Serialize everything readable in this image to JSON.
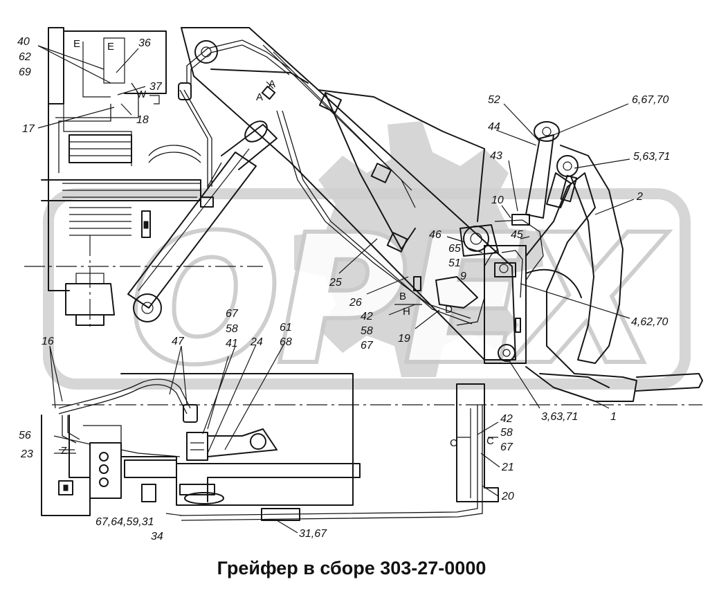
{
  "caption": "Грейфер в сборе 303-27-0000",
  "watermark": {
    "text": "ОРЕХ",
    "color": "#cfcfcf"
  },
  "callouts": {
    "c40": "40",
    "c62": "62",
    "c69": "69",
    "c36": "36",
    "c37": "37",
    "c18": "18",
    "c17": "17",
    "c52": "52",
    "c44": "44",
    "c6_67_70": "6,67,70",
    "c43": "43",
    "c5_63_71": "5,63,71",
    "c2": "2",
    "c10": "10",
    "c46": "46",
    "c45": "45",
    "c65": "65",
    "c51": "51",
    "c9": "9",
    "c25": "25",
    "c26": "26",
    "c4_62_70": "4,62,70",
    "c42a": "42",
    "c58a": "58",
    "c67a": "67",
    "c19": "19",
    "c67b": "67",
    "c58b": "58",
    "c41": "41",
    "c61": "61",
    "c68": "68",
    "c24": "24",
    "c47": "47",
    "c16": "16",
    "c3_63_71": "3,63,71",
    "c1": "1",
    "c42b": "42",
    "c58c": "58",
    "c67c": "67",
    "c21": "21",
    "c20": "20",
    "c56": "56",
    "c23": "23",
    "c67_64_59_31": "67,64,59,31",
    "c34": "34",
    "c31_67": "31,67"
  },
  "section_marks": {
    "E1": "E",
    "E2": "E",
    "W": "W",
    "A1": "A",
    "A2": "A",
    "B": "B",
    "H": "H",
    "D": "D",
    "Z": "Z",
    "C1": "C",
    "C2": "C"
  }
}
